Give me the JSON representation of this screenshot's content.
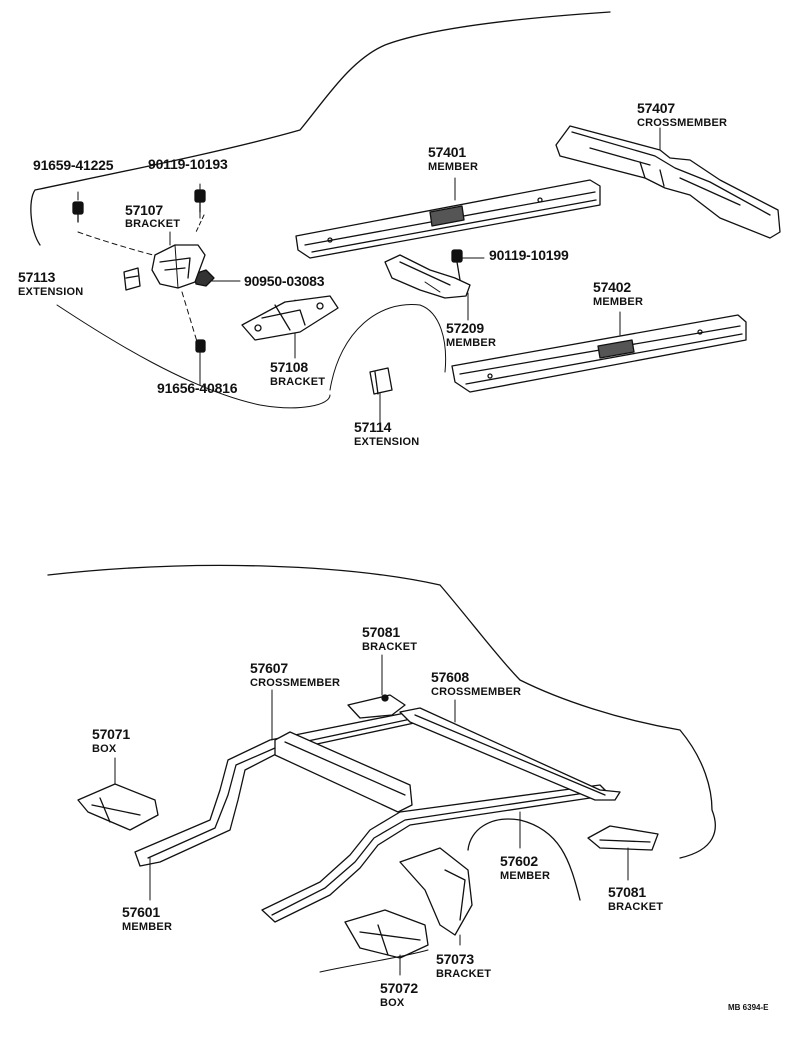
{
  "labels": {
    "p91659_41225": "91659-41225",
    "p90119_10193": "90119-10193",
    "p57107": "57107",
    "bracket_57107": "BRACKET",
    "p57113": "57113",
    "extension_57113": "EXTENSION",
    "p90950_03083": "90950-03083",
    "p57108": "57108",
    "bracket_57108": "BRACKET",
    "p91656_40816": "91656-40816",
    "p57401": "57401",
    "member_57401": "MEMBER",
    "p57407": "57407",
    "crossmember_57407": "CROSSMEMBER",
    "p90119_10199": "90119-10199",
    "p57402": "57402",
    "member_57402": "MEMBER",
    "p57209": "57209",
    "member_57209": "MEMBER",
    "p57114": "57114",
    "extension_57114": "EXTENSION",
    "p57081a": "57081",
    "bracket_57081a": "BRACKET",
    "p57607": "57607",
    "crossmember_57607": "CROSSMEMBER",
    "p57608": "57608",
    "crossmember_57608": "CROSSMEMBER",
    "p57071": "57071",
    "box_57071": "BOX",
    "p57601": "57601",
    "member_57601": "MEMBER",
    "p57602": "57602",
    "member_57602": "MEMBER",
    "p57081b": "57081",
    "bracket_57081b": "BRACKET",
    "p57073": "57073",
    "bracket_57073": "BRACKET",
    "p57072": "57072",
    "box_57072": "BOX",
    "drawing_ref": "MB 6394-E"
  }
}
